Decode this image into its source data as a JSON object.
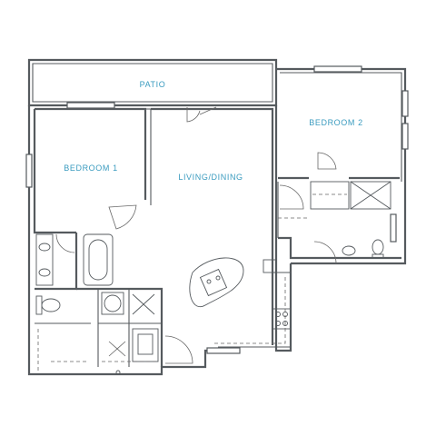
{
  "floorplan": {
    "rooms": {
      "patio": "Patio",
      "bedroom_1": "Bedroom 1",
      "living_dining": "Living/Dining",
      "bedroom_2": "Bedroom 2"
    },
    "label_color": "#3a9bbf",
    "wall_color": "#555a5e"
  }
}
